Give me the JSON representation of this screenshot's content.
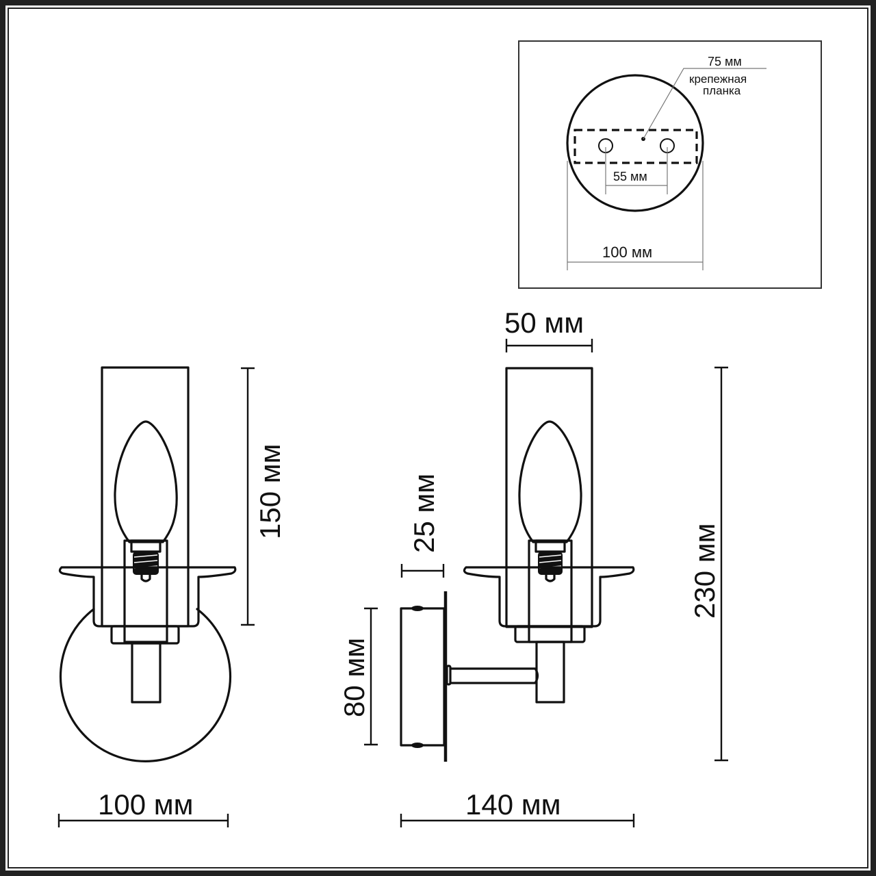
{
  "drawing": {
    "title": "Wall sconce dimensional drawing",
    "stroke_color": "#111111",
    "frame_color": "#222222"
  },
  "mount_plate_inset": {
    "label_bar_length": "75 мм",
    "label_bracket_line1": "крепежная",
    "label_bracket_line2": "планка",
    "label_hole_spacing": "55 мм",
    "label_plate_diameter": "100 мм"
  },
  "front_view": {
    "label_height": "150 мм",
    "label_width": "100 мм"
  },
  "side_view": {
    "label_shade_width": "50 мм",
    "label_plate_thickness": "25 мм",
    "label_base_height": "80 мм",
    "label_depth": "140 мм",
    "label_total_height": "230 мм"
  }
}
